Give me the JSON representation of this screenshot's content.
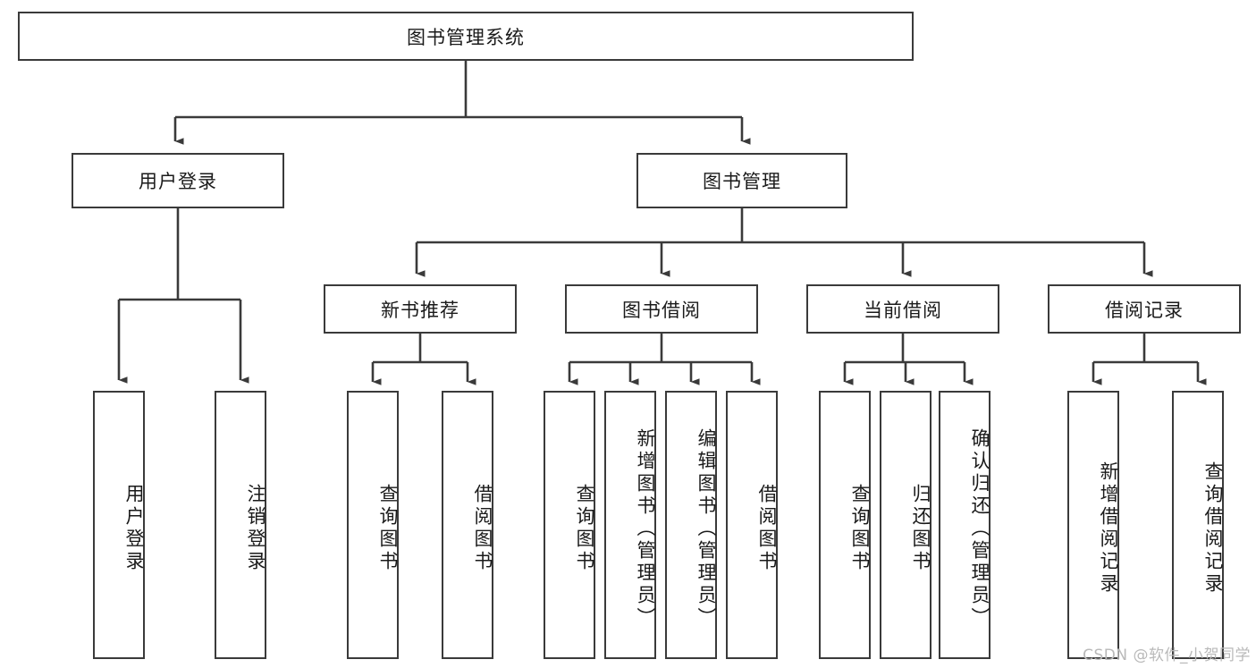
{
  "diagram": {
    "title": "图书管理系统",
    "type": "hierarchy-tree",
    "root": {
      "id": "root",
      "label": "图书管理系统"
    },
    "level1": [
      {
        "id": "user-login",
        "label": "用户登录"
      },
      {
        "id": "book-manage",
        "label": "图书管理"
      }
    ],
    "level2": [
      {
        "id": "new-book-rec",
        "label": "新书推荐",
        "parent": "book-manage"
      },
      {
        "id": "book-borrow",
        "label": "图书借阅",
        "parent": "book-manage"
      },
      {
        "id": "current-borrow",
        "label": "当前借阅",
        "parent": "book-manage"
      },
      {
        "id": "borrow-record",
        "label": "借阅记录",
        "parent": "book-manage"
      }
    ],
    "leaves": {
      "user_login": [
        {
          "id": "leaf-user-login",
          "label": "用户登录"
        },
        {
          "id": "leaf-user-logout",
          "label": "注销登录"
        }
      ],
      "new_book_rec": [
        {
          "id": "leaf-query-book-1",
          "label": "查询图书"
        },
        {
          "id": "leaf-borrow-book-1",
          "label": "借阅图书"
        }
      ],
      "book_borrow": [
        {
          "id": "leaf-query-book-2",
          "label": "查询图书"
        },
        {
          "id": "leaf-add-book",
          "label": "新增图书（管理员）"
        },
        {
          "id": "leaf-edit-book",
          "label": "编辑图书（管理员）"
        },
        {
          "id": "leaf-borrow-book-2",
          "label": "借阅图书"
        }
      ],
      "current_borrow": [
        {
          "id": "leaf-query-book-3",
          "label": "查询图书"
        },
        {
          "id": "leaf-return-book",
          "label": "归还图书"
        },
        {
          "id": "leaf-confirm-return",
          "label": "确认归还（管理员）"
        }
      ],
      "borrow_record": [
        {
          "id": "leaf-add-record",
          "label": "新增借阅记录"
        },
        {
          "id": "leaf-query-record",
          "label": "查询借阅记录"
        }
      ]
    }
  },
  "watermark": {
    "text": "CSDN @软件_小贺同学"
  },
  "style": {
    "border_color": "#3a3a3a",
    "background": "#ffffff",
    "text_color": "#1a1a1a",
    "watermark_color": "#b9b9b9"
  }
}
